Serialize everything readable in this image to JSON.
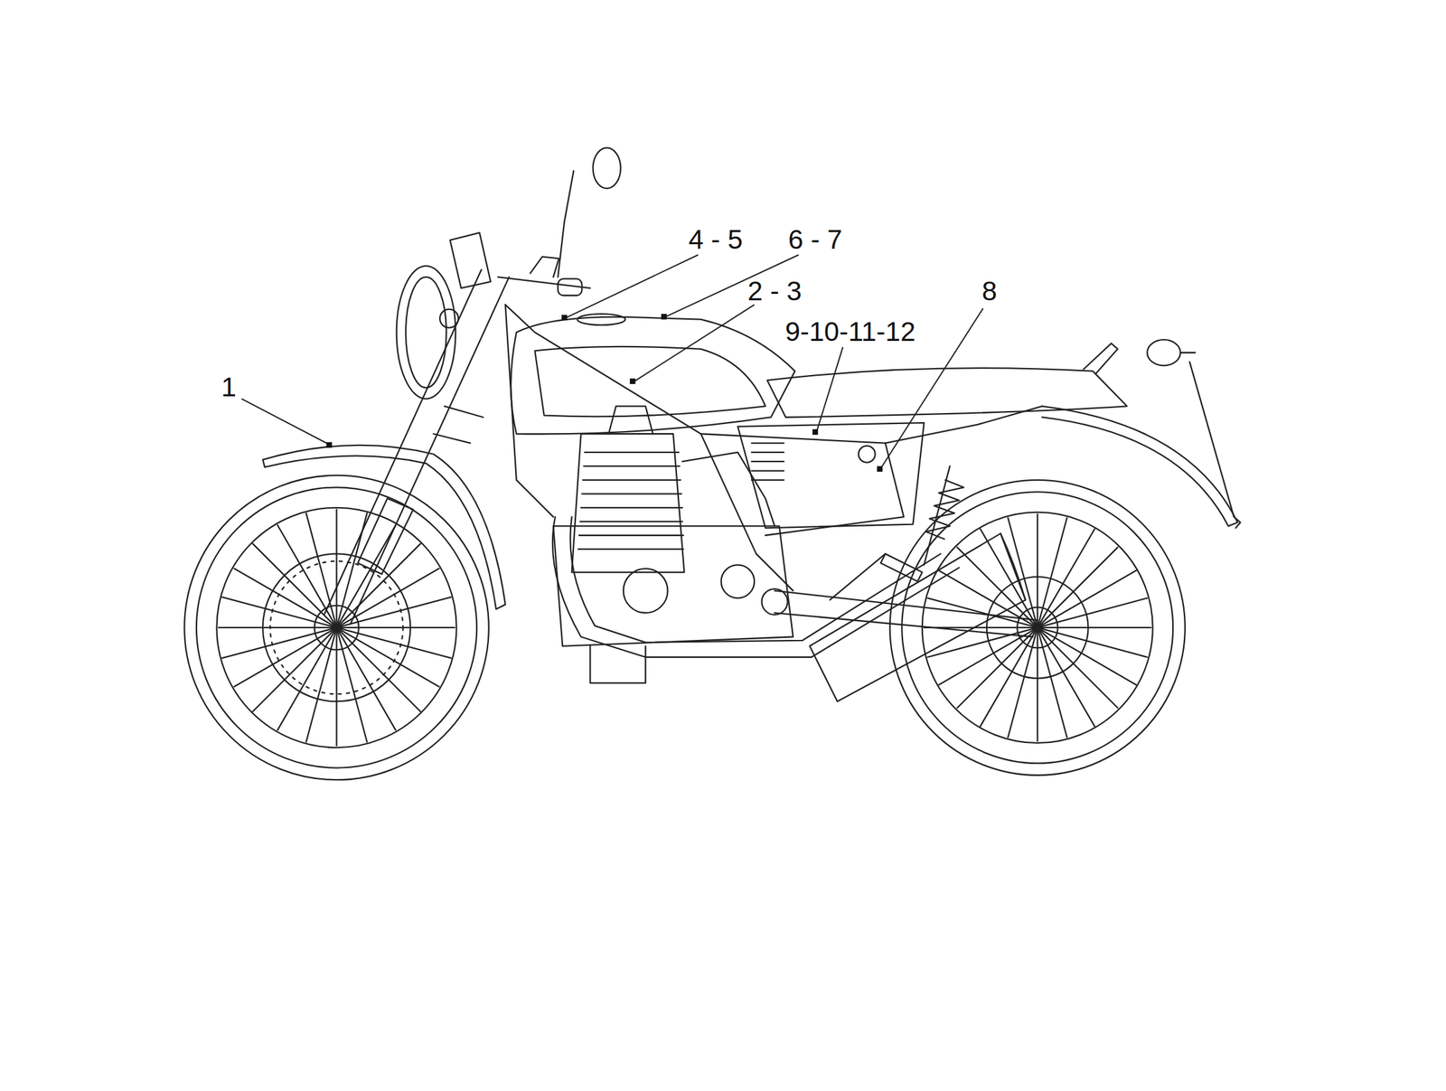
{
  "diagram": {
    "labels": [
      "1",
      "4 - 5",
      "6 - 7",
      "2 - 3",
      "9-10-11-12",
      "8"
    ]
  }
}
